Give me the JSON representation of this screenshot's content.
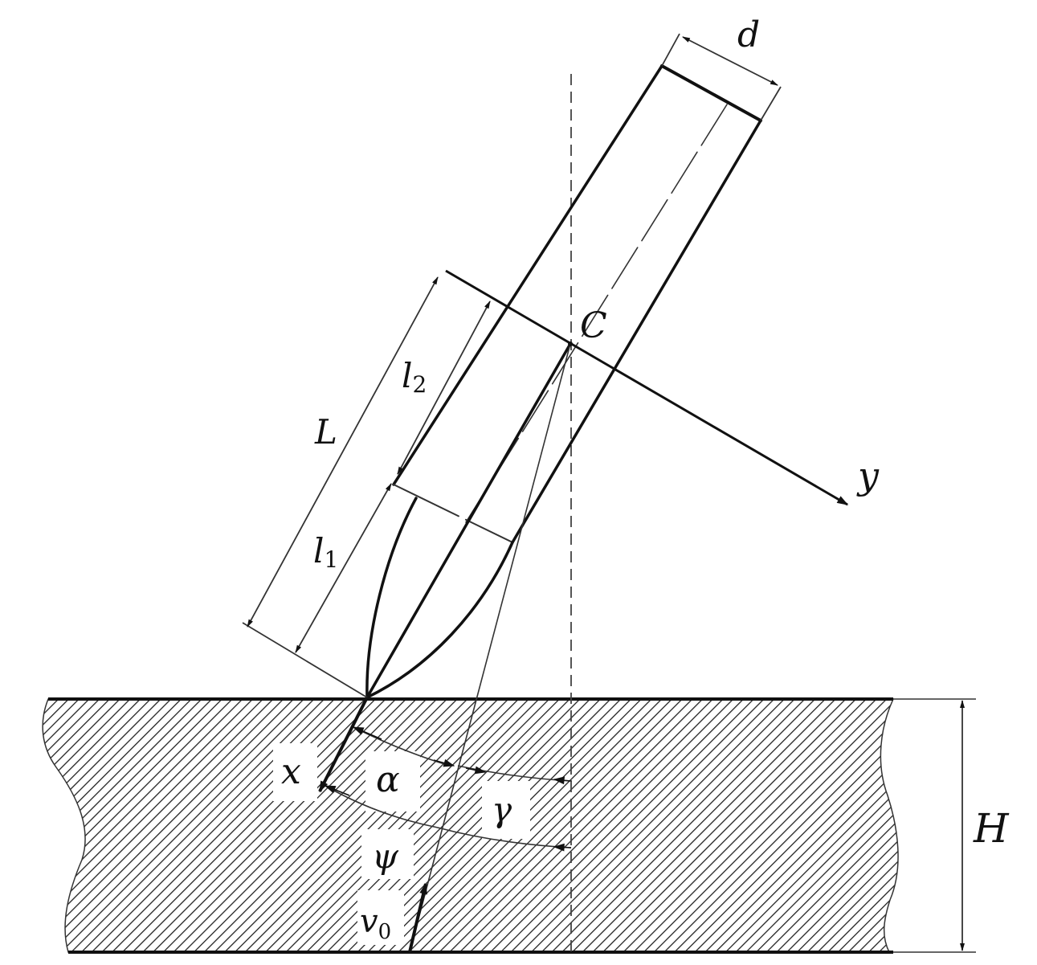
{
  "labels": {
    "d": "d",
    "C": "C",
    "y": "y",
    "L": "L",
    "l2_main": "l",
    "l2_sub": "2",
    "l1_main": "l",
    "l1_sub": "1",
    "x": "x",
    "alpha": "α",
    "gamma": "γ",
    "psi": "ψ",
    "v0_main": "v",
    "v0_sub": "0",
    "H": "H"
  },
  "colors": {
    "ink": "#111111",
    "thin": "#333333",
    "background": "#ffffff"
  }
}
